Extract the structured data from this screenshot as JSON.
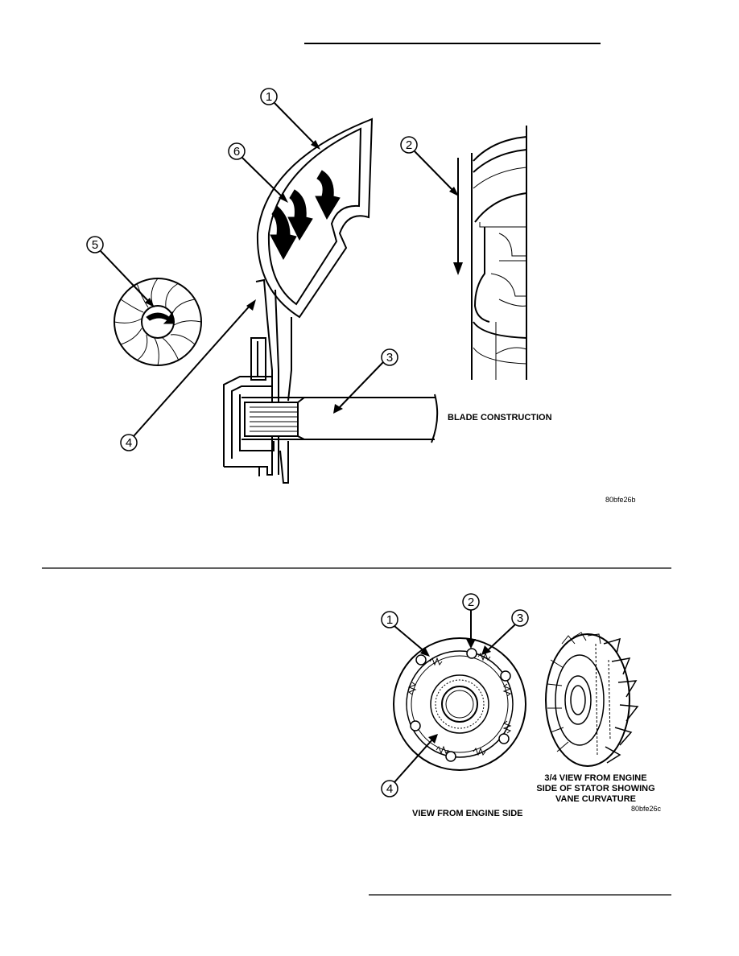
{
  "figure1": {
    "callouts": [
      "1",
      "2",
      "3",
      "4",
      "5",
      "6"
    ],
    "caption": "BLADE CONSTRUCTION",
    "code": "80bfe26b"
  },
  "figure2": {
    "callouts": [
      "1",
      "2",
      "3",
      "4"
    ],
    "caption_right_line1": "3/4 VIEW FROM ENGINE",
    "caption_right_line2": "SIDE OF STATOR SHOWING",
    "caption_right_line3": "VANE CURVATURE",
    "caption_left": "VIEW FROM ENGINE SIDE",
    "code": "80bfe26c"
  }
}
